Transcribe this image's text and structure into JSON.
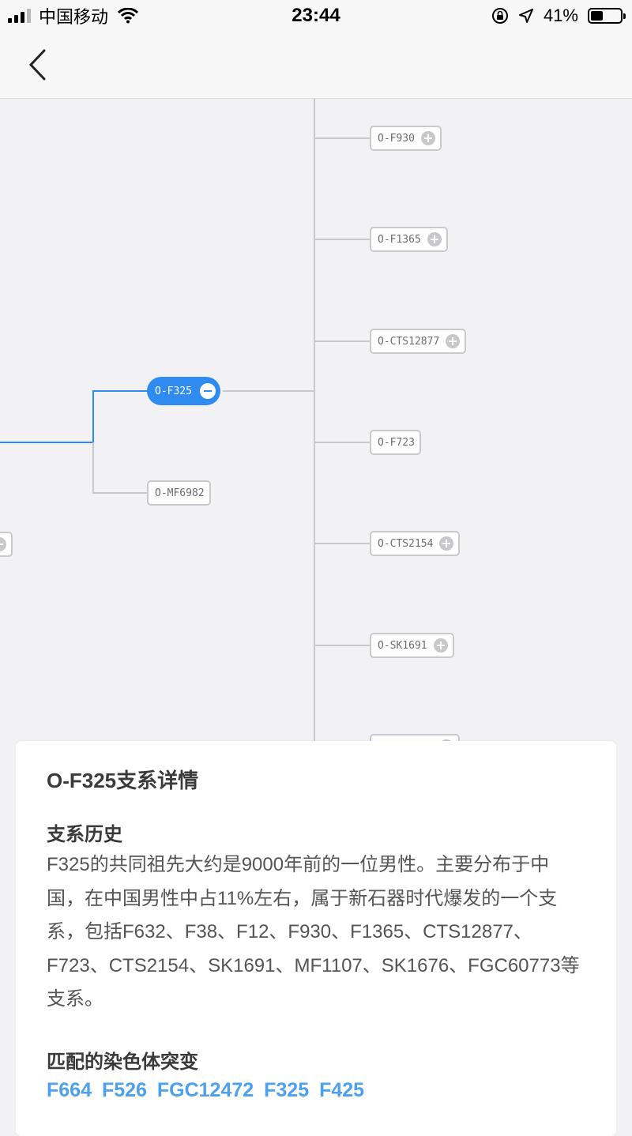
{
  "status_bar": {
    "carrier": "中国移动",
    "time": "23:44",
    "battery": "41%",
    "battery_level": 0.41,
    "icons": [
      "signal-icon",
      "wifi-icon",
      "rotation-lock-icon",
      "location-icon",
      "battery-icon"
    ]
  },
  "nav": {
    "back_icon": "chevron-left-icon"
  },
  "tree": {
    "selected": "O-F325",
    "siblings": [
      "O-MF6982"
    ],
    "children": [
      "O-F930",
      "O-F1365",
      "O-CTS12877",
      "O-F723",
      "O-CTS2154",
      "O-SK1691"
    ],
    "children_expandable": [
      true,
      true,
      true,
      false,
      true,
      true
    ],
    "colors": {
      "active": "#2f8bef",
      "line": "#c8c8ce",
      "active_line": "#2f8bef"
    }
  },
  "detail": {
    "title": "O-F325支系详情",
    "history_title": "支系历史",
    "history_text": "F325的共同祖先大约是9000年前的一位男性。主要分布于中国，在中国男性中占11%左右，属于新石器时代爆发的一个支系，包括F632、F38、F12、F930、F1365、CTS12877、F723、CTS2154、SK1691、MF1107、SK1676、FGC60773等支系。",
    "mutations_title": "匹配的染色体突变",
    "mutations": [
      "F664",
      "F526",
      "FGC12472",
      "F325",
      "F425"
    ],
    "mutation_color": "#4da0ee"
  }
}
